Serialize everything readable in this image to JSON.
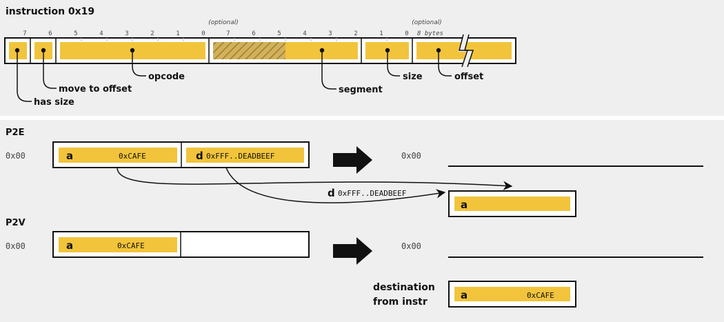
{
  "top": {
    "title": "instruction 0x19",
    "bits_byte1": [
      "7",
      "6",
      "5",
      "4",
      "3",
      "2",
      "1",
      "0"
    ],
    "bits_byte2": [
      "7",
      "6",
      "5",
      "4",
      "3",
      "2",
      "1",
      "0"
    ],
    "optional_label_1": "(optional)",
    "optional_label_2": "(optional)",
    "offset_bytes": "8 bytes",
    "labels": {
      "has_size": "has size",
      "move_to_offset": "move to offset",
      "opcode": "opcode",
      "segment": "segment",
      "size": "size",
      "offset": "offset"
    }
  },
  "p2e": {
    "title": "P2E",
    "addr_left": "0x00",
    "cell_a_letter": "a",
    "cell_a_value": "0xCAFE",
    "cell_d_letter": "d",
    "cell_d_value": "0xFFF..DEADBEEF",
    "addr_right": "0x00",
    "arrow_letter": "d",
    "arrow_value": "0xFFF..DEADBEEF",
    "result_letter": "a"
  },
  "p2v": {
    "title": "P2V",
    "addr_left": "0x00",
    "cell_a_letter": "a",
    "cell_a_value": "0xCAFE",
    "addr_right": "0x00",
    "dest_line1": "destination",
    "dest_line2": "from instr",
    "dest_letter": "a",
    "dest_value": "0xCAFE"
  },
  "colors": {
    "yellow": "#f2c43b",
    "panel_bg": "#efefef",
    "ink": "#111111"
  }
}
